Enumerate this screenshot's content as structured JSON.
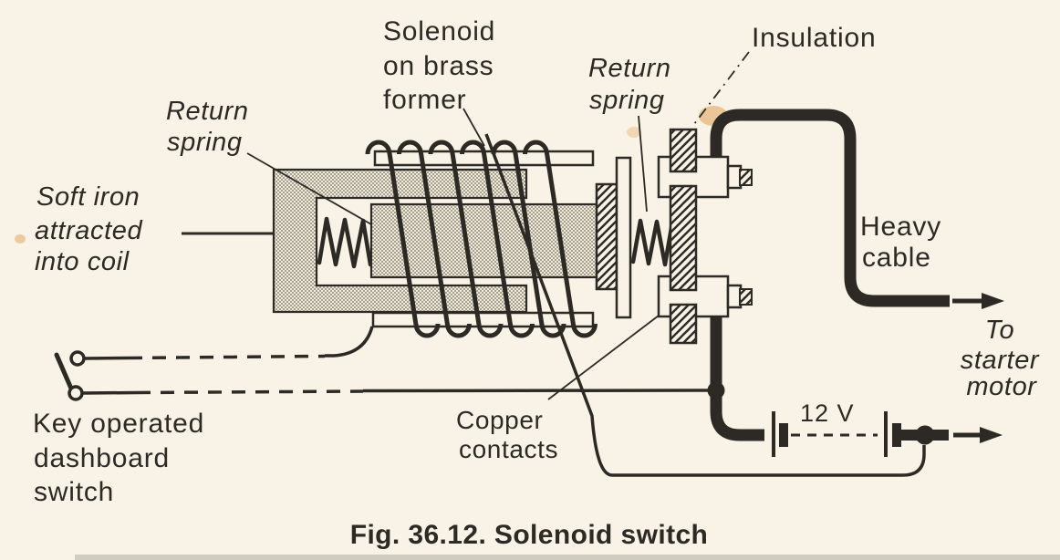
{
  "figure": {
    "caption": "Fig. 36.12. Solenoid switch",
    "colors": {
      "paper": "#f8f3e6",
      "ink": "#2d2a25",
      "stipple_dot": "#8e8a77",
      "scan_edge": "#b5b2a6",
      "stain": "#d9984a"
    }
  },
  "labels": {
    "solenoid_former": {
      "lines": [
        "Solenoid",
        "on brass",
        "former"
      ]
    },
    "return_spring_left": {
      "lines": [
        "Return",
        "spring"
      ]
    },
    "return_spring_right": {
      "lines": [
        "Return",
        "spring"
      ]
    },
    "insulation": {
      "text": "Insulation"
    },
    "soft_iron": {
      "lines": [
        "Soft iron",
        "attracted",
        "into coil"
      ]
    },
    "heavy_cable": {
      "lines": [
        "Heavy",
        "cable"
      ]
    },
    "to_starter_motor": {
      "lines": [
        "To",
        "starter",
        "motor"
      ]
    },
    "battery": {
      "voltage": "12 V"
    },
    "key_switch": {
      "lines": [
        "Key operated",
        "dashboard",
        "switch"
      ]
    },
    "copper_contacts": {
      "lines": [
        "Copper",
        "contacts"
      ]
    }
  }
}
